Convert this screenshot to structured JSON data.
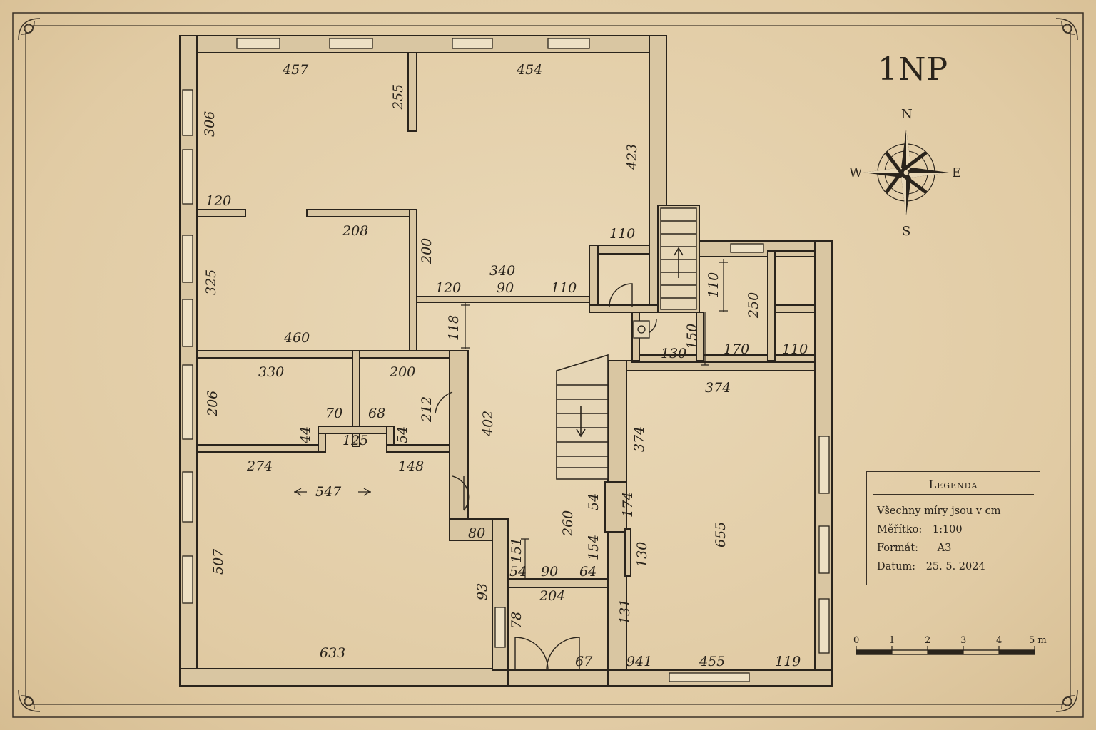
{
  "floor_title": "1NP",
  "compass": {
    "north": "N",
    "south": "S",
    "east": "E",
    "west": "W",
    "icon": "compass-rose-icon"
  },
  "legend": {
    "title": "Legenda",
    "rows": [
      {
        "label": "Všechny míry jsou v cm",
        "value": ""
      },
      {
        "label": "Měřítko:",
        "value": "1:100"
      },
      {
        "label": "Formát:",
        "value": "A3"
      },
      {
        "label": "Datum:",
        "value": "25. 5. 2024"
      }
    ]
  },
  "scale_bar": {
    "ticks": [
      "0",
      "1",
      "2",
      "3",
      "4",
      "5 m"
    ]
  },
  "dimensions": {
    "d457": "457",
    "d454": "454",
    "d255": "255",
    "d306": "306",
    "d423": "423",
    "d120a": "120",
    "d208": "208",
    "d200a": "200",
    "d110a": "110",
    "d325": "325",
    "d340": "340",
    "d120b": "120",
    "d90a": "90",
    "d110b": "110",
    "d118": "118",
    "d460": "460",
    "d110c": "110",
    "d250": "250",
    "d150": "150",
    "d130a": "130",
    "d170": "170",
    "d110d": "110",
    "d374a": "374",
    "d330": "330",
    "d200b": "200",
    "d206": "206",
    "d212": "212",
    "d70": "70",
    "d68": "68",
    "d44": "44",
    "d125": "125",
    "d54a": "54",
    "d402": "402",
    "d374b": "374",
    "d274": "274",
    "d148": "148",
    "d547": "547",
    "d54b": "54",
    "d174": "174",
    "d260": "260",
    "d655": "655",
    "d80": "80",
    "d151": "151",
    "d154": "154",
    "d130b": "130",
    "d507": "507",
    "d54c": "54",
    "d90b": "90",
    "d64": "64",
    "d204": "204",
    "d93": "93",
    "d78": "78",
    "d131": "131",
    "d633": "633",
    "d67": "67",
    "d941": "941",
    "d455": "455",
    "d119": "119"
  }
}
